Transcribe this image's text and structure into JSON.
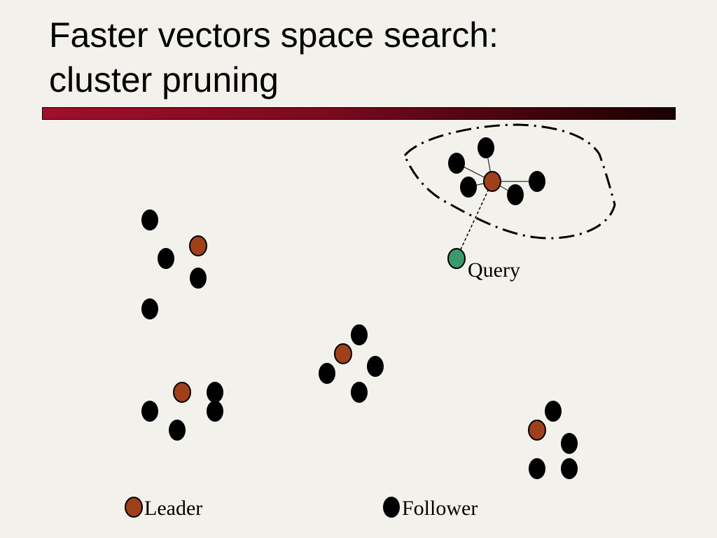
{
  "slide": {
    "title_line1": "Faster vectors space search:",
    "title_line2": "cluster pruning"
  },
  "labels": {
    "query": "Query",
    "leader": "Leader",
    "follower": "Follower"
  },
  "colors": {
    "leader": "#a0401a",
    "follower": "#000000",
    "query": "#3a9a6a",
    "title_bar_start": "#a0102a",
    "title_bar_end": "#1a0000"
  }
}
